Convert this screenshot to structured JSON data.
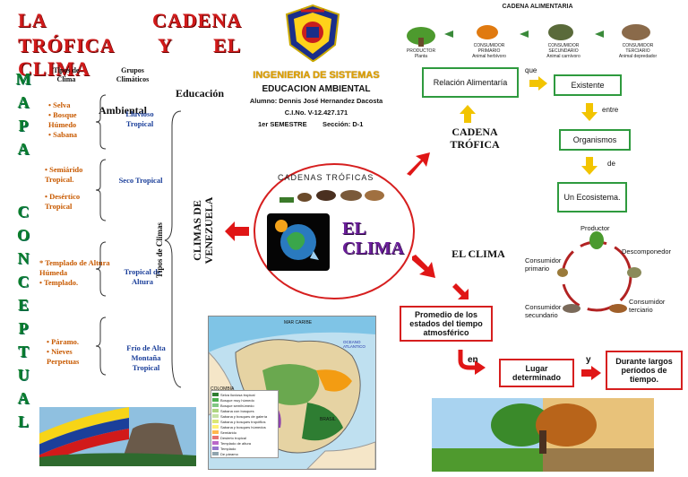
{
  "title": {
    "line1_a": "LA",
    "line1_b": "CADENA",
    "line2_a": "TRÓFICA",
    "line2_b": "Y",
    "line2_c": "EL",
    "line3": "CLIMA"
  },
  "vertical_title": [
    "M",
    "A",
    "P",
    "A",
    "C",
    "O",
    "N",
    "C",
    "E",
    "P",
    "T",
    "U",
    "A",
    "L"
  ],
  "header": {
    "career": "INGENIERIA DE SISTEMAS",
    "course": "EDUCACION AMBIENTAL",
    "student": "Alumno: Dennis José Hernandez Dacosta",
    "id": "C.I.No. V-12.427.171",
    "semester": "1er SEMESTRE",
    "section": "Sección: D-1"
  },
  "left_table": {
    "col1_header": "Tipos de Clima",
    "col2_header": "Grupos Climáticos",
    "education_word_1": "Educación",
    "education_word_2": "Ambiental",
    "rows": [
      {
        "types": [
          "Selva",
          "Bosque Húmedo",
          "Sabana"
        ],
        "group": "Lluvioso Tropical"
      },
      {
        "types": [
          "Semiárido Tropical.",
          "Desértico Tropical"
        ],
        "group": "Seco Tropical"
      },
      {
        "types": [
          "Templado de Altura Húmeda",
          "Templado."
        ],
        "group": "Tropical de Altura"
      },
      {
        "types": [
          "Páramo.",
          "Nieves Perpetuas"
        ],
        "group": "Frío de Alta Montaña Tropical"
      }
    ],
    "brace_label": "Tipos de Climas",
    "climas_label": "CLIMAS DE VENEZUELA"
  },
  "center": {
    "cadenas_label": "CADENAS TRÓFICAS",
    "el_clima": "EL CLIMA"
  },
  "food_chain_image": {
    "title": "CADENA ALIMENTARIA",
    "labels": [
      {
        "main": "PRODUCTOR",
        "sub": "Planta"
      },
      {
        "main": "CONSUMIDOR PRIMARIO",
        "sub": "Animal herbívoro"
      },
      {
        "main": "CONSUMIDOR SECUNDARIO",
        "sub": "Animal carnívoro"
      },
      {
        "main": "CONSUMIDOR TERCIARIO",
        "sub": "Animal depredador"
      }
    ]
  },
  "cadena_trofica": {
    "label": "CADENA TRÓFICA",
    "box1": "Relación Alimentaría",
    "connector1": "que",
    "box2": "Existente",
    "connector2": "entre",
    "box3": "Organismos",
    "connector3": "de",
    "box4": "Un Ecosistema."
  },
  "cycle": {
    "productor": "Productor",
    "descomponedor": "Descomponedor",
    "consumidor_primario": "Consumidor primario",
    "consumidor_secundario": "Consumidor secundario",
    "consumidor_terciario": "Consumidor terciario"
  },
  "el_clima_branch": {
    "label": "EL CLIMA",
    "box1": "Promedio de los estados del tiempo atmosférico",
    "connector1": "en",
    "box2": "Lugar determinado",
    "connector2": "y",
    "box3": "Durante largos períodos de tiempo."
  },
  "map": {
    "country": "COLOMBIA",
    "sea": "MAR CARIBE",
    "ocean": "OCEANO ATLANTICO",
    "brazil": "BRASIL",
    "legend": [
      "Selva lluviosa tropical",
      "Bosque muy húmedo",
      "Bosque semihúmedo",
      "Sabana con bosques",
      "Sabana y bosques de galería",
      "Sabana y bosques tropófilos",
      "Sabana y bosques húmedos",
      "Semiárido",
      "Desierto tropical",
      "Templado de altura",
      "Templado",
      "De páramo"
    ]
  },
  "colors": {
    "title_red": "#d11a1a",
    "vertical_green": "#0a7d2c",
    "box_green": "#2e9a3e",
    "box_red": "#d61f1f",
    "arrow_yellow": "#f2c400",
    "arrow_red": "#e01616",
    "climate_orange": "#c85a00",
    "group_blue": "#1b3f9a",
    "el_clima_purple": "#6b1f9a"
  }
}
